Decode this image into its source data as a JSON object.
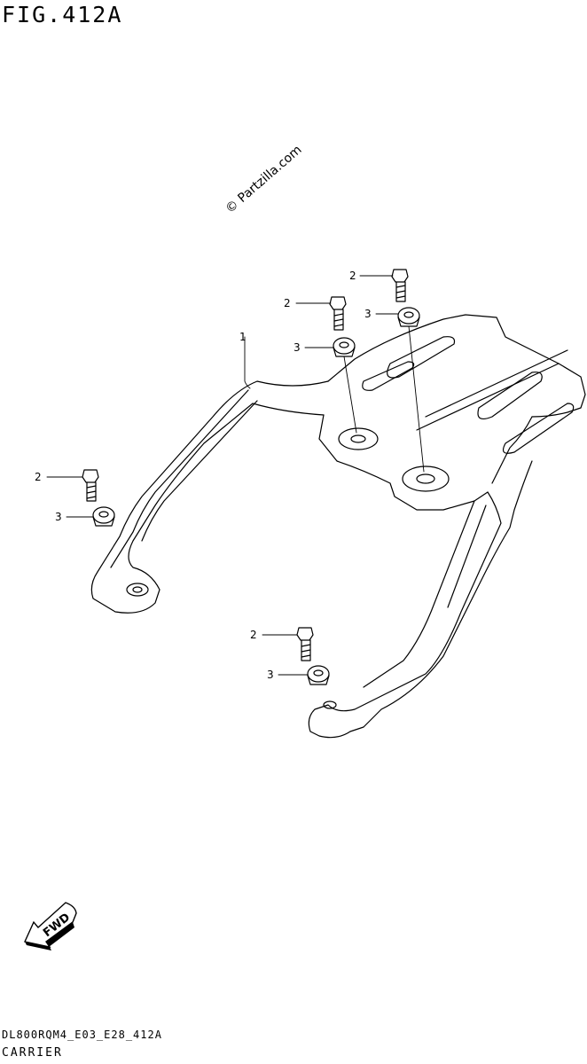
{
  "figure": {
    "title": "FIG.412A",
    "watermark": "© Partzilla.com"
  },
  "footer": {
    "code": "DL800RQM4_E03_E28_412A",
    "name": "CARRIER"
  },
  "fwd_arrow": {
    "label": "FWD"
  },
  "callouts": [
    {
      "id": "c1",
      "number": "1"
    },
    {
      "id": "c2a",
      "number": "2"
    },
    {
      "id": "c2b",
      "number": "2"
    },
    {
      "id": "c2c",
      "number": "2"
    },
    {
      "id": "c2d",
      "number": "2"
    },
    {
      "id": "c3a",
      "number": "3"
    },
    {
      "id": "c3b",
      "number": "3"
    },
    {
      "id": "c3c",
      "number": "3"
    },
    {
      "id": "c3d",
      "number": "3"
    }
  ]
}
